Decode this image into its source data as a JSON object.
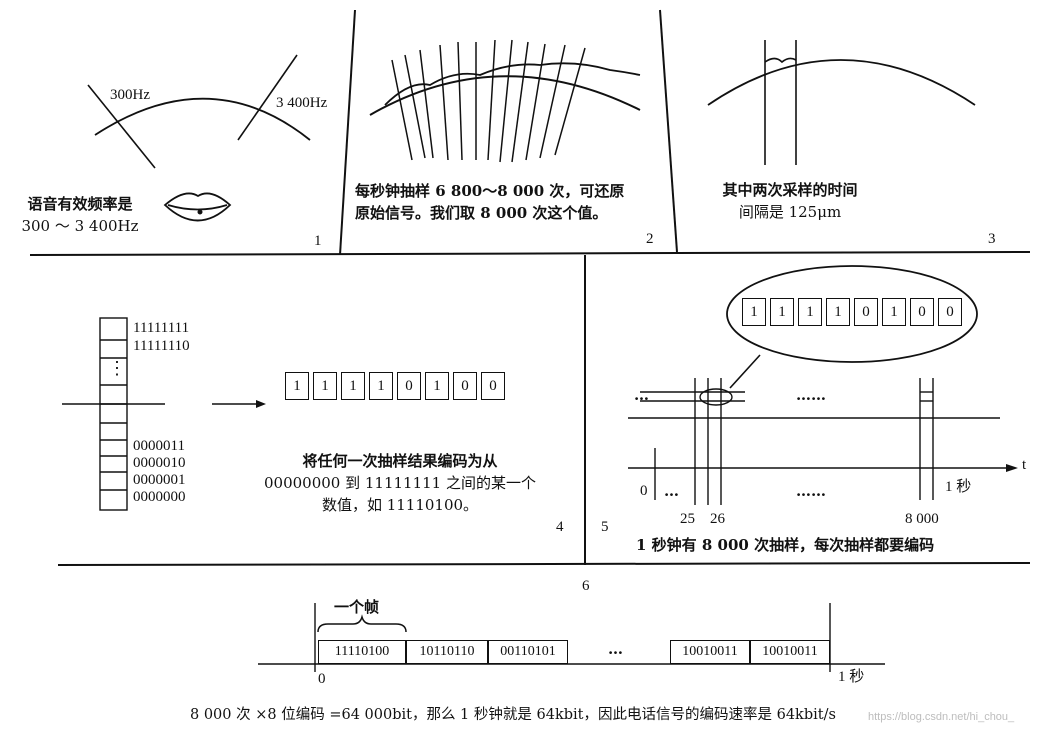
{
  "panel1": {
    "freq_low": "300Hz",
    "freq_high": "3 400Hz",
    "caption_1": "语音有效频率是",
    "caption_2": "300 ～ 3 400Hz",
    "number": "1"
  },
  "panel2": {
    "caption_1": "每秒钟抽样 6 800～8 000 次，可还原",
    "caption_2": "原始信号。我们取 8 000 次这个值。",
    "number": "2"
  },
  "panel3": {
    "caption_1": "其中两次采样的时间",
    "caption_2": "间隔是 125μm",
    "number": "3"
  },
  "panel4": {
    "codes_top": [
      "11111111",
      "11111110"
    ],
    "codes_bottom": [
      "0000011",
      "0000010",
      "0000001",
      "0000000"
    ],
    "ellipsis": "⋮",
    "sample_bits": [
      "1",
      "1",
      "1",
      "1",
      "0",
      "1",
      "0",
      "0"
    ],
    "caption_1": "将任何一次抽样结果编码为从",
    "caption_2": "00000000 到 11111111 之间的某一个",
    "caption_3": "数值，如 11110100。",
    "number": "4"
  },
  "panel5": {
    "bubble_bits": [
      "1",
      "1",
      "1",
      "1",
      "0",
      "1",
      "0",
      "0"
    ],
    "dots": "…",
    "dots_long": "……",
    "axis_label": "t",
    "tick_25": "25",
    "tick_26": "26",
    "tick_8000": "8 000",
    "origin": "0",
    "one_second": "1 秒",
    "caption": "1 秒钟有 8 000 次抽样，每次抽样都要编码",
    "number": "5"
  },
  "panel6": {
    "number": "6",
    "frame_label": "一个帧",
    "frames": [
      "11110100",
      "10110110",
      "00110101",
      "10010011",
      "10010011"
    ],
    "ellipsis": "…",
    "origin": "0",
    "one_second": "1 秒",
    "caption": "8 000 次 ×8 位编码 =64 000bit，那么 1 秒钟就是 64kbit，因此电话信号的编码速率是 64kbit/s",
    "watermark": "https://blog.csdn.net/hi_chou_"
  }
}
